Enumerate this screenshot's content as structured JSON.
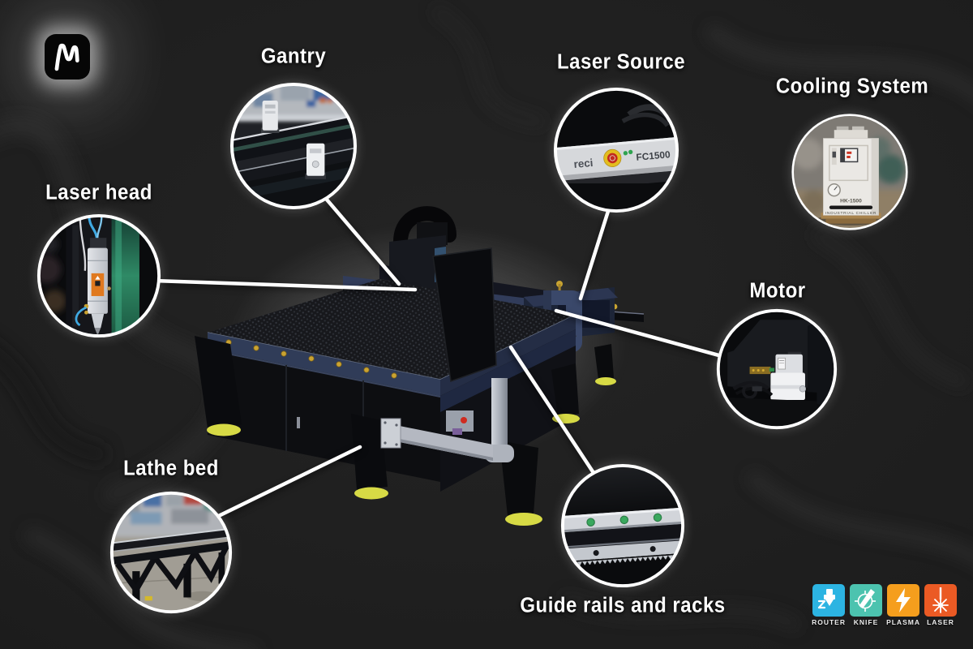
{
  "brand": {
    "logo_letter": "M"
  },
  "callouts": [
    {
      "id": "gantry",
      "label": "Gantry"
    },
    {
      "id": "laser_head",
      "label": "Laser head"
    },
    {
      "id": "laser_source",
      "label": "Laser Source",
      "panel": {
        "brand": "reci",
        "model": "FC1500"
      }
    },
    {
      "id": "cooling_system",
      "label": "Cooling System",
      "unit": {
        "model": "HK-1500",
        "caption": "INDUSTRIAL CHILLER"
      }
    },
    {
      "id": "motor",
      "label": "Motor"
    },
    {
      "id": "lathe_bed",
      "label": "Lathe bed"
    },
    {
      "id": "guide_rails",
      "label": "Guide rails and racks"
    }
  ],
  "process_icons": [
    {
      "label": "ROUTER",
      "color": "#2cb4e2"
    },
    {
      "label": "KNIFE",
      "color": "#4cc3af"
    },
    {
      "label": "PLASMA",
      "color": "#f59e1d"
    },
    {
      "label": "LASER",
      "color": "#eb5a24"
    }
  ],
  "palette": {
    "background": "#1d1d1d",
    "leader_line": "#ffffff",
    "label_text": "#ffffff",
    "machine_body_navy": "#2e3a55",
    "machine_panel_black": "#0e0f12",
    "machine_feet_yellow": "#d7da45",
    "estop_red": "#c22a1e",
    "estop_ring_yellow": "#e3bd1e",
    "led_green": "#2fa34f",
    "glass_teal": "#2f8a66"
  }
}
